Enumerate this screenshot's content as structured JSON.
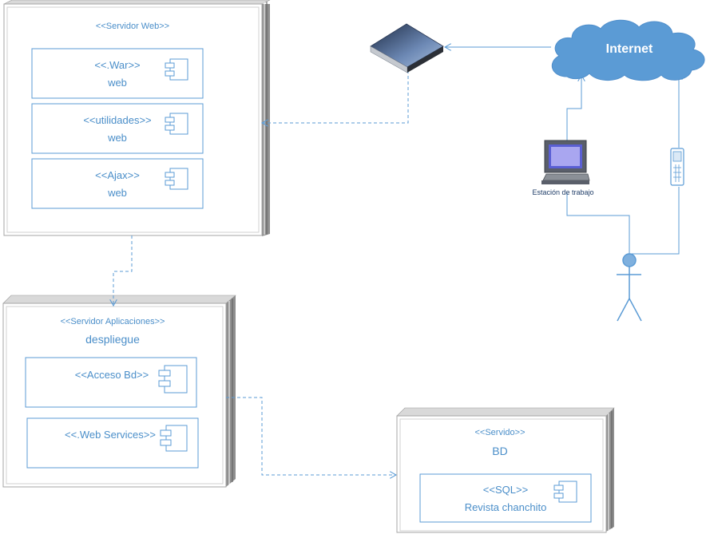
{
  "colors": {
    "line": "#5b9bd5",
    "text": "#4a8ec9",
    "cloud": "#5b9bd5",
    "node_face": "#ffffff",
    "node_edge": "#8c8c8c"
  },
  "web_server": {
    "stereotype": "<<Servidor Web>>",
    "components": [
      {
        "stereotype": "<<.War>>",
        "name": "web"
      },
      {
        "stereotype": "<<utilidades>>",
        "name": "web"
      },
      {
        "stereotype": "<<Ajax>>",
        "name": "web"
      }
    ]
  },
  "app_server": {
    "stereotype": "<<Servidor Aplicaciones>>",
    "name": "despliegue",
    "components": [
      {
        "stereotype": "<<Acceso Bd>>"
      },
      {
        "stereotype": "<<.Web Services>>"
      }
    ]
  },
  "db_server": {
    "stereotype": "<<Servido>>",
    "name": "BD",
    "components": [
      {
        "stereotype": "<<SQL>>",
        "name": "Revista chanchito"
      }
    ]
  },
  "internet": {
    "label": "Internet"
  },
  "workstation": {
    "label": "Estación de trabajo",
    "icon": "computer-icon"
  },
  "phone": {
    "icon": "mobile-phone-icon"
  },
  "router": {
    "icon": "router-icon"
  },
  "actor": {
    "icon": "actor-icon"
  }
}
